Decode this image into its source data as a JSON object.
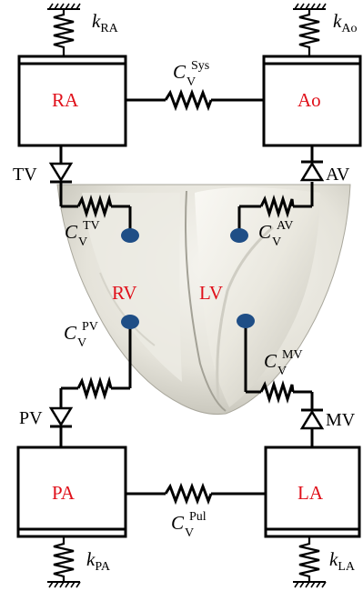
{
  "compartments": {
    "ra": "RA",
    "ao": "Ao",
    "pa": "PA",
    "la": "LA",
    "rv": "RV",
    "lv": "LV"
  },
  "valves": {
    "tv": "TV",
    "av": "AV",
    "pv": "PV",
    "mv": "MV"
  },
  "stiffness": {
    "symbol": "k",
    "ra_sub": "RA",
    "ao_sub": "Ao",
    "pa_sub": "PA",
    "la_sub": "LA"
  },
  "compliance": {
    "symbol": "C",
    "sub": "V",
    "sys": "Sys",
    "pul": "Pul",
    "tv": "TV",
    "av": "AV",
    "pv": "PV",
    "mv": "MV"
  },
  "colors": {
    "chamber_label": "#e0101a",
    "node": "#1f4e86",
    "heart_light": "#f4f3ee",
    "heart_dark": "#b8b6ab"
  }
}
